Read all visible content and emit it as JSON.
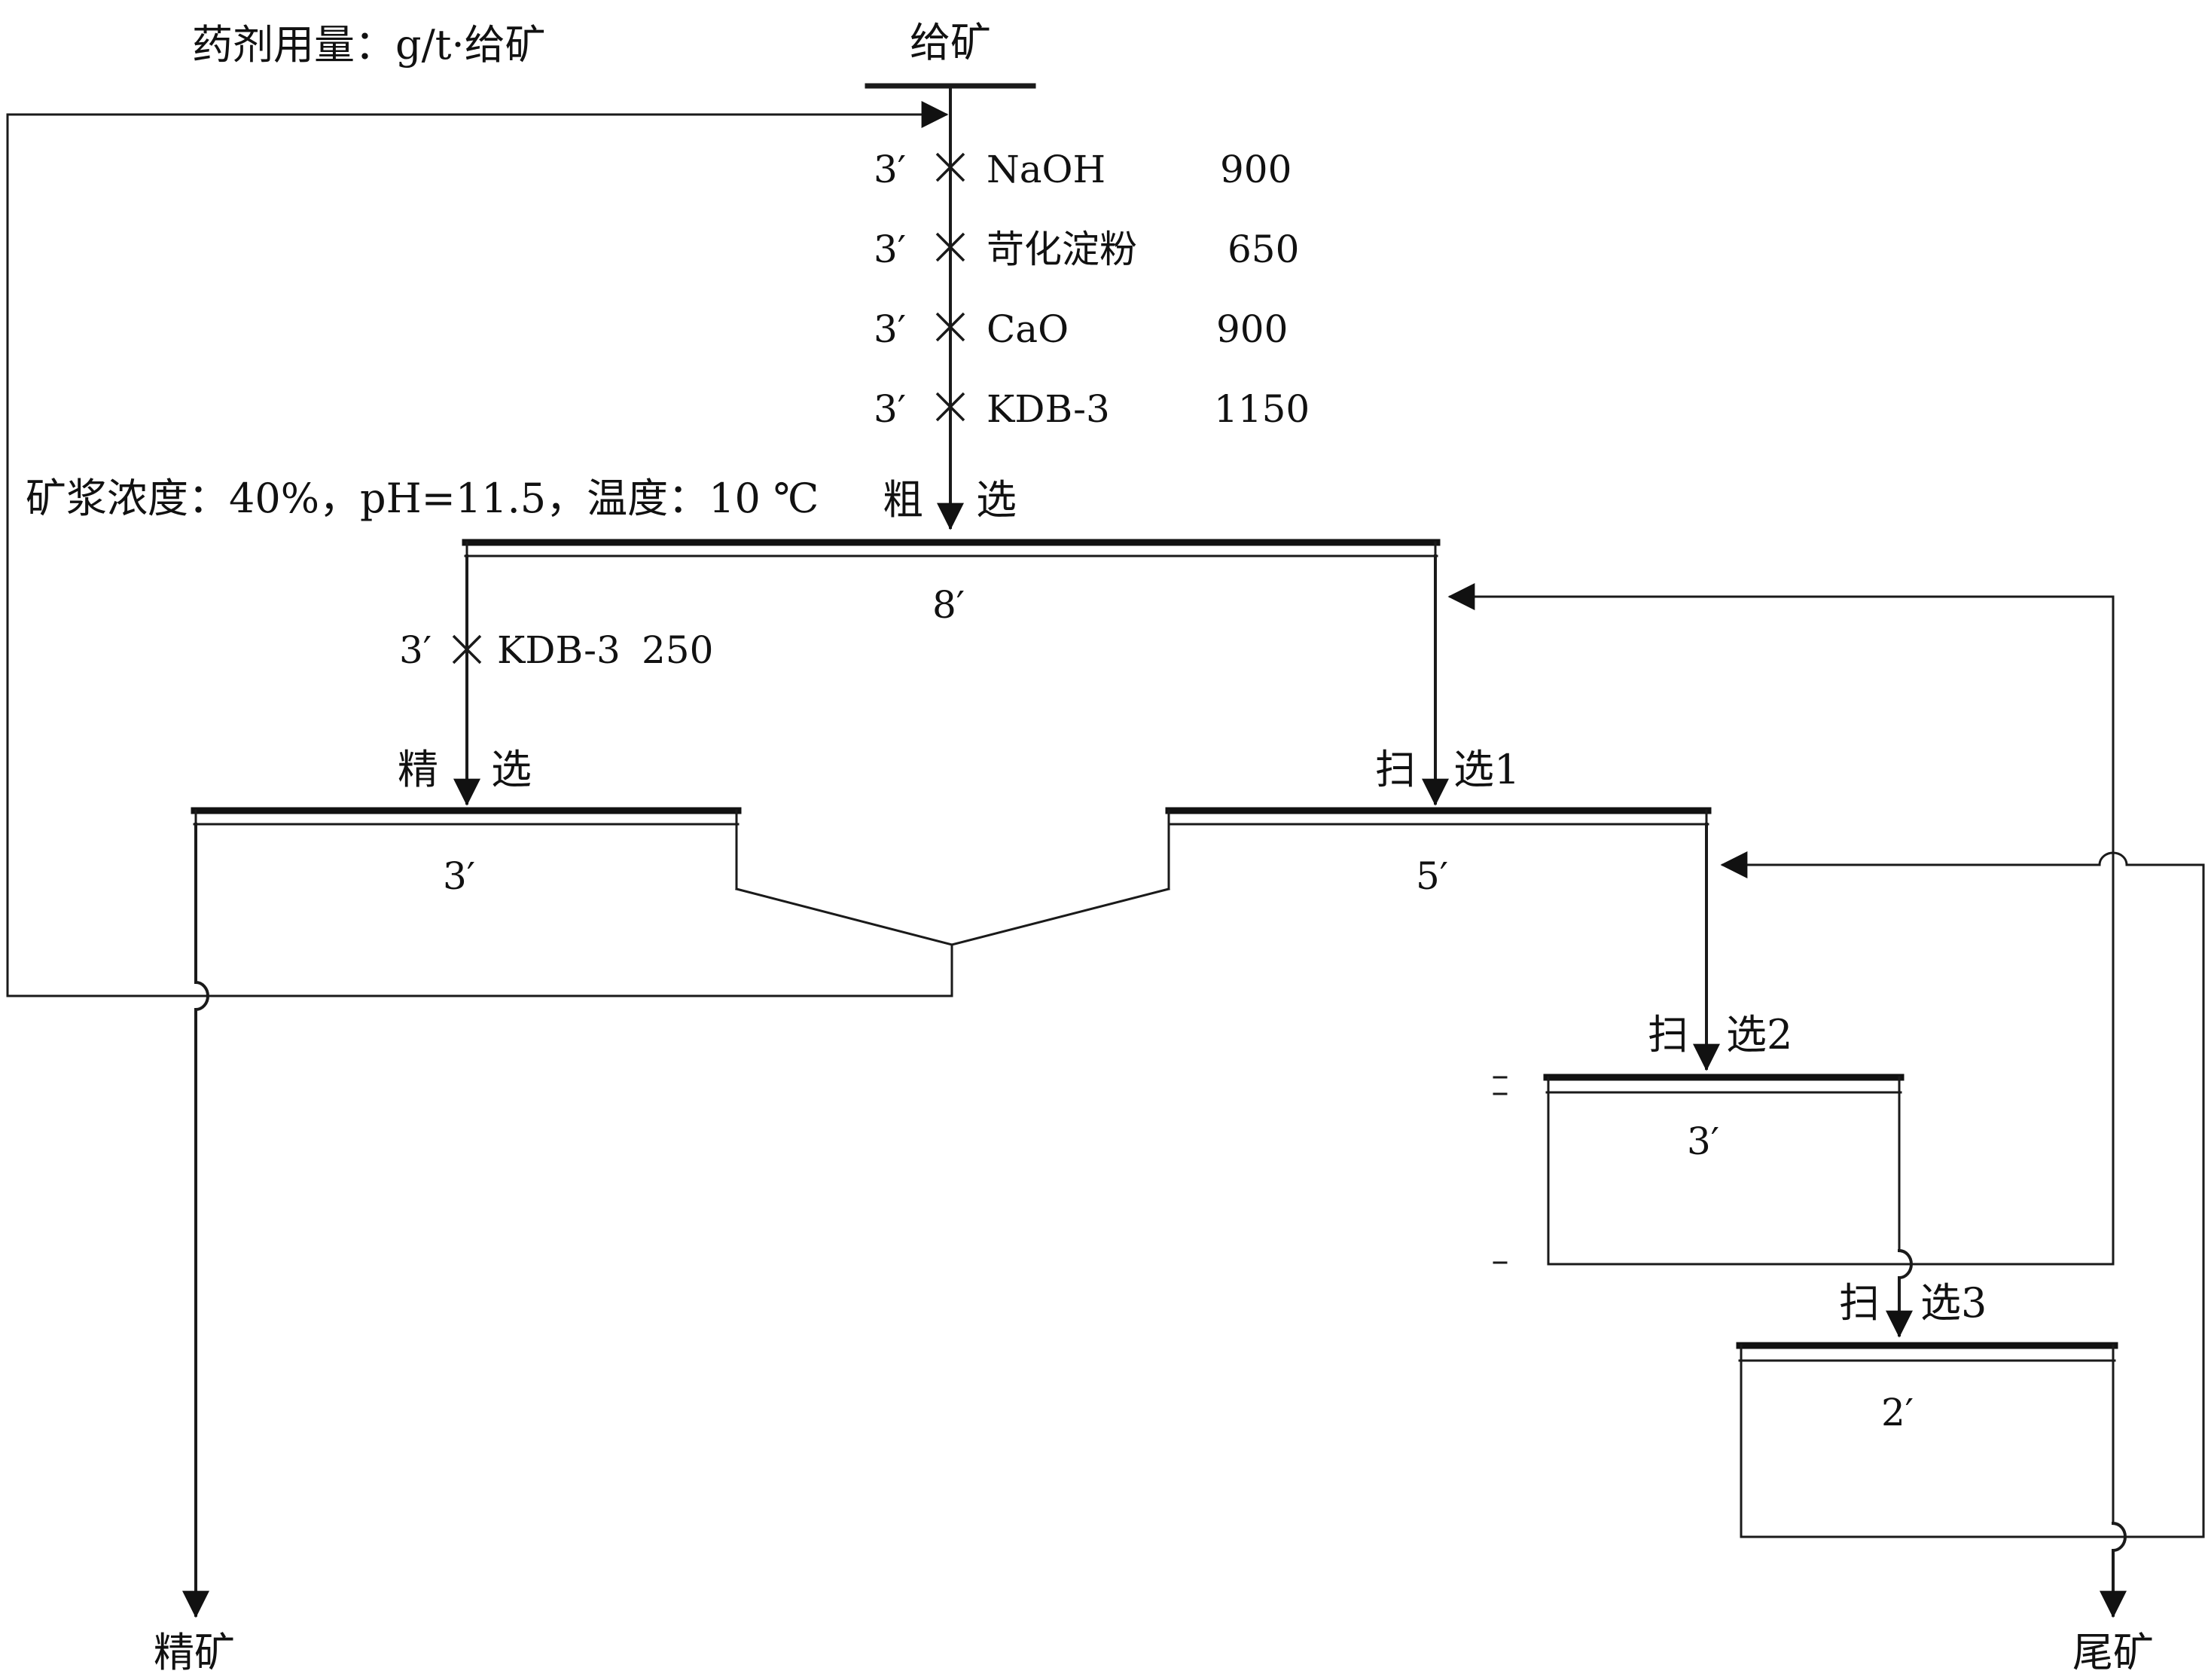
{
  "header": {
    "dosage_unit": "药剂用量：g/t·给矿",
    "feed": "给矿",
    "pulp_conditions": "矿浆浓度：40%，pH=11.5，温度：10 ℃"
  },
  "reagents": [
    {
      "time": "3′",
      "name": "NaOH",
      "dose": "900"
    },
    {
      "time": "3′",
      "name": "苛化淀粉",
      "dose": "650"
    },
    {
      "time": "3′",
      "name": "CaO",
      "dose": "900"
    },
    {
      "time": "3′",
      "name": "KDB-3",
      "dose": "1150"
    }
  ],
  "cleaner_reagent": {
    "time": "3′",
    "name": "KDB-3",
    "dose": "250"
  },
  "stages": {
    "rougher": {
      "label_left": "粗",
      "label_right": "选",
      "time": "8′"
    },
    "cleaner": {
      "label_left": "精",
      "label_right": "选",
      "time": "3′"
    },
    "scavenger1": {
      "label_left": "扫",
      "label_right": "选1",
      "time": "5′"
    },
    "scavenger2": {
      "label_left": "扫",
      "label_right": "选2",
      "time": "3′"
    },
    "scavenger3": {
      "label_left": "扫",
      "label_right": "选3",
      "time": "2′"
    }
  },
  "products": {
    "concentrate": "精矿",
    "tailings": "尾矿"
  }
}
